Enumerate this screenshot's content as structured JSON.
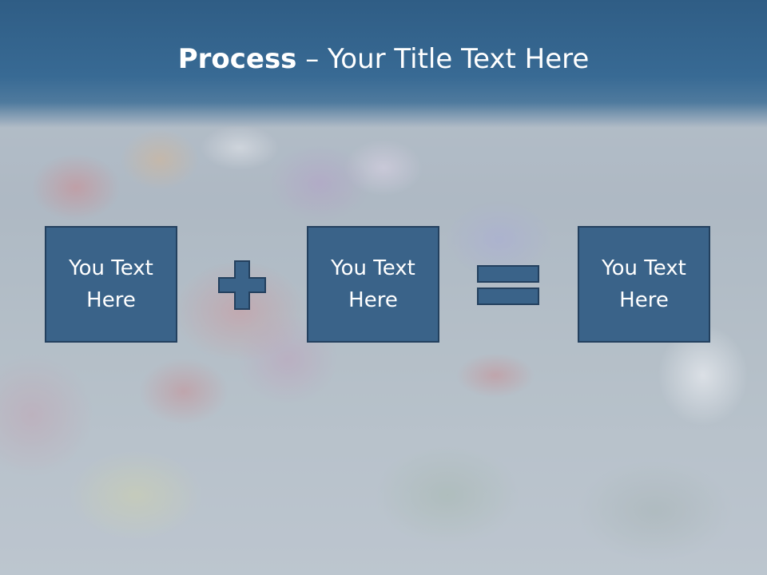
{
  "slide": {
    "title_bold": "Process",
    "title_rest": " – Your Title Text Here"
  },
  "process": {
    "boxes": [
      {
        "text": "You Text Here"
      },
      {
        "text": "You Text Here"
      },
      {
        "text": "You Text Here"
      }
    ],
    "operators": [
      "plus-icon",
      "equals-icon"
    ]
  },
  "colors": {
    "header": "#2f5d85",
    "box_fill": "#3a6389",
    "box_border": "#23405e",
    "operator_fill": "#3a6389",
    "text": "#ffffff"
  }
}
